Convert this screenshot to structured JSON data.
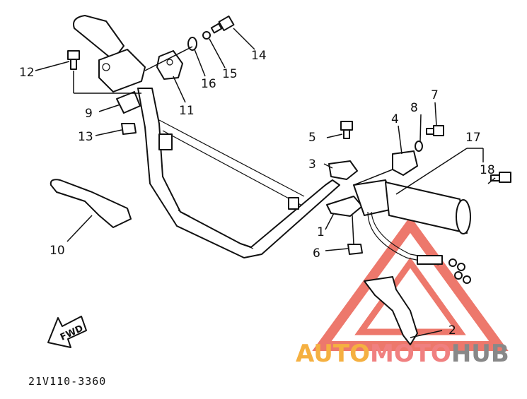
{
  "diagram": {
    "drawing_code": "21V110-3360",
    "fwd_label": "FWD",
    "watermark": {
      "part1": "AUTO",
      "part2": "MOTO",
      "part3": "HUB",
      "color1": "#f5b041",
      "color2": "#e74c3c",
      "color3": "#888888"
    },
    "callouts": [
      "1",
      "2",
      "3",
      "4",
      "5",
      "6",
      "7",
      "8",
      "9",
      "10",
      "11",
      "12",
      "13",
      "14",
      "15",
      "16",
      "17",
      "18"
    ]
  }
}
